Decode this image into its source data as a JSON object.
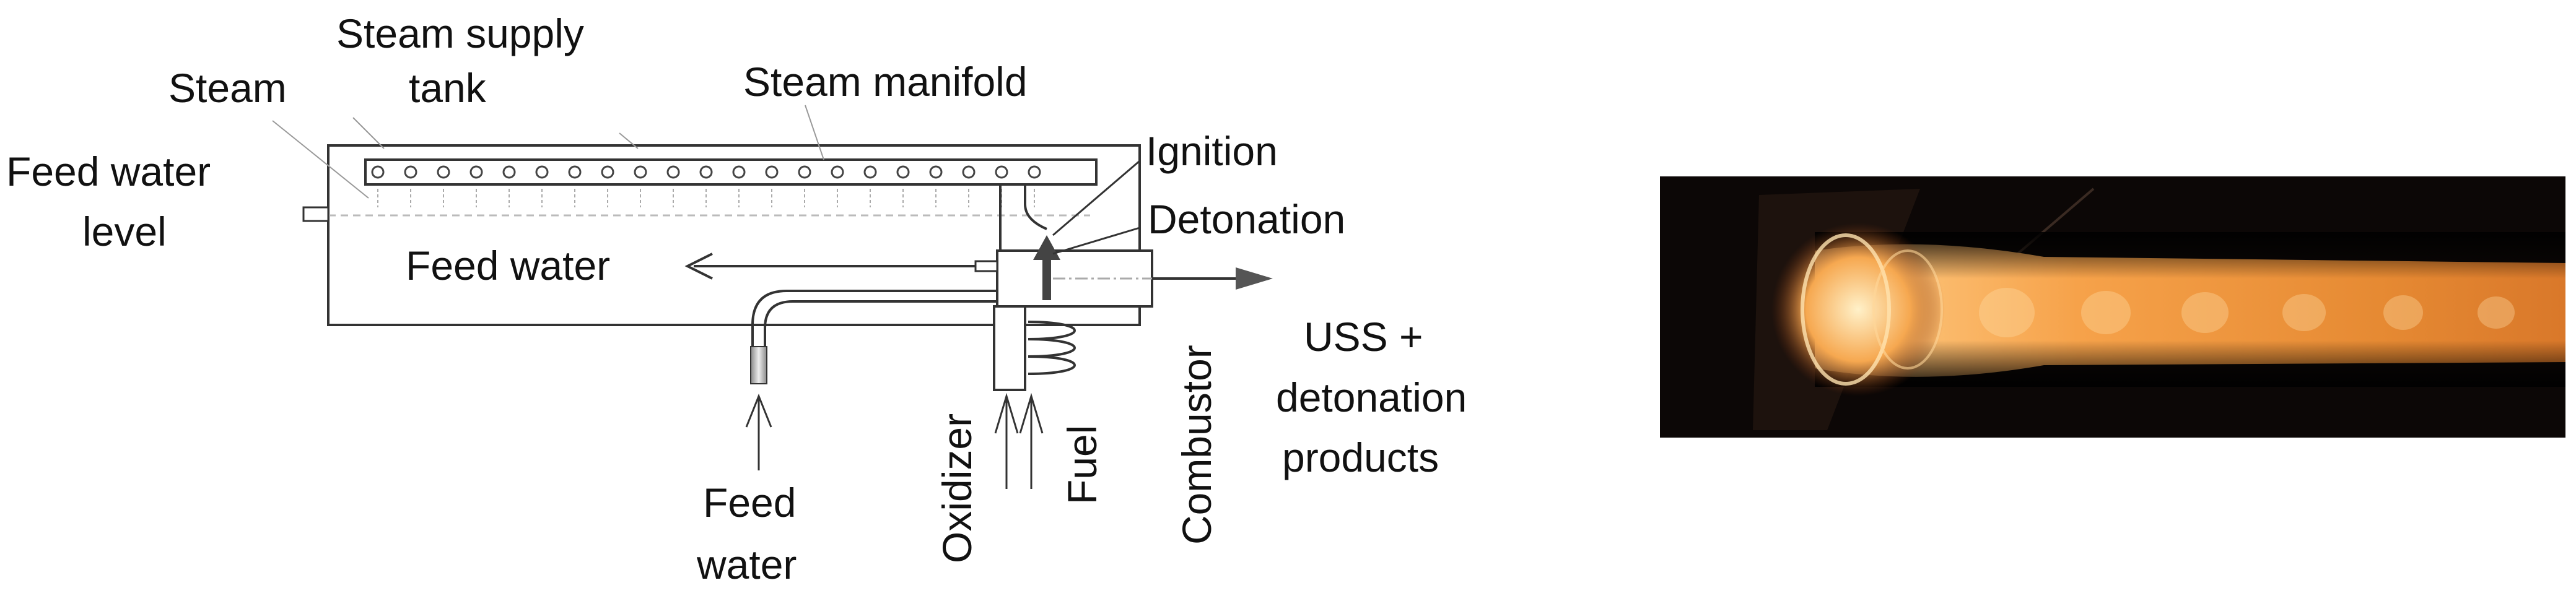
{
  "diagram": {
    "labels": {
      "steam": "Steam",
      "steam_supply_tank_1": "Steam supply",
      "steam_supply_tank_2": "tank",
      "steam_manifold": "Steam manifold",
      "feed_water_level_1": "Feed water",
      "feed_water_level_2": "level",
      "ignition": "Ignition",
      "detonation": "Detonation",
      "feed_water_out": "Feed water",
      "feed_water_in_1": "Feed",
      "feed_water_in_2": "water",
      "oxidizer": "Oxidizer",
      "fuel": "Fuel",
      "combustor": "Combustor",
      "output_1": "USS +",
      "output_2": "detonation",
      "output_3": "products"
    }
  }
}
